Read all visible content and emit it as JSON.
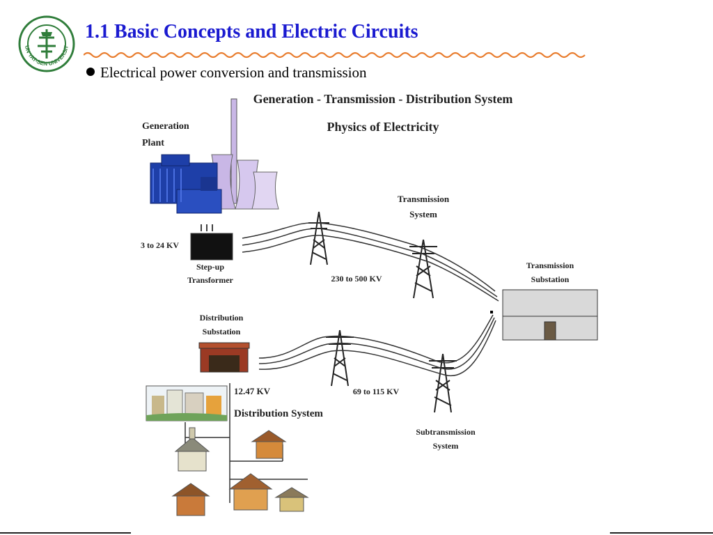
{
  "slide": {
    "title": "1.1 Basic Concepts and Electric Circuits",
    "bullet": "Electrical power conversion and transmission",
    "logo_text": "SUN YAT-SEN UNIVERSITY"
  },
  "diagram": {
    "title": "Generation - Transmission - Distribution System",
    "subtitle": "Physics of Electricity",
    "labels": {
      "generation_plant": [
        "Generation",
        "Plant"
      ],
      "gen_voltage": "3 to 24 KV",
      "step_up": [
        "Step-up",
        "Transformer"
      ],
      "transmission_system": [
        "Transmission",
        "System"
      ],
      "transmission_voltage": "230 to 500 KV",
      "transmission_substation": [
        "Transmission",
        "Substation"
      ],
      "distribution_substation": [
        "Distribution",
        "Substation"
      ],
      "distribution_voltage": "12.47 KV",
      "distribution_system": "Distribution System",
      "subtransmission_voltage": "69 to 115 KV",
      "subtransmission_system": [
        "Subtransmission",
        "System"
      ]
    }
  },
  "colors": {
    "title": "#1a1ad0",
    "accent_wave": "#e87a2a",
    "logo_green": "#2f7d3a",
    "plant_blue": "#1e3fa8",
    "cooling_tower": "#c9b7e6"
  }
}
